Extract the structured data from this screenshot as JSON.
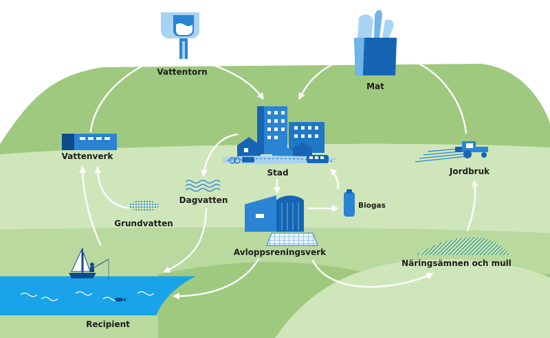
{
  "labels": {
    "vattentorn": "Vattentorn",
    "mat": "Mat",
    "vattenverk": "Vattenverk",
    "stad": "Stad",
    "jordbruk": "Jordbruk",
    "dagvatten": "Dagvatten",
    "biogas": "Biogas",
    "grundvatten": "Grundvatten",
    "avloppsreningsverk": "Avloppsreningsverk",
    "naringsamnen": "Näringsämnen och mull",
    "recipient": "Recipient"
  },
  "colors": {
    "sky": "#ffffff",
    "hill_dark": "#9fc97f",
    "hill_mid": "#b9d99f",
    "hill_light": "#cfe6bb",
    "water": "#1aa3e8",
    "blue_dark": "#1565b4",
    "blue_mid": "#2b84d3",
    "blue_light": "#6fb4ea",
    "arrow": "#ffffff"
  }
}
